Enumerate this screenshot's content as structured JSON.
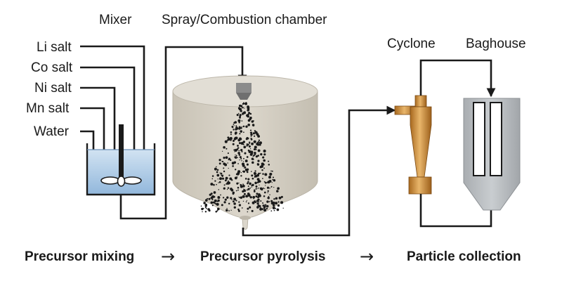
{
  "labels": {
    "mixer": "Mixer",
    "chamber": "Spray/Combustion chamber",
    "cyclone": "Cyclone",
    "baghouse": "Baghouse"
  },
  "inputs": [
    "Li salt",
    "Co salt",
    "Ni salt",
    "Mn salt",
    "Water"
  ],
  "stages": {
    "mixing": "Precursor mixing",
    "pyrolysis": "Precursor pyrolysis",
    "collection": "Particle collection",
    "arrow": "→"
  },
  "colors": {
    "solution": "#aecbe6",
    "chamber": "#d6d1c6",
    "cyclone": "#c88a3a",
    "baghouse": "#b7bbbf",
    "particles": "#1a1a1a"
  }
}
